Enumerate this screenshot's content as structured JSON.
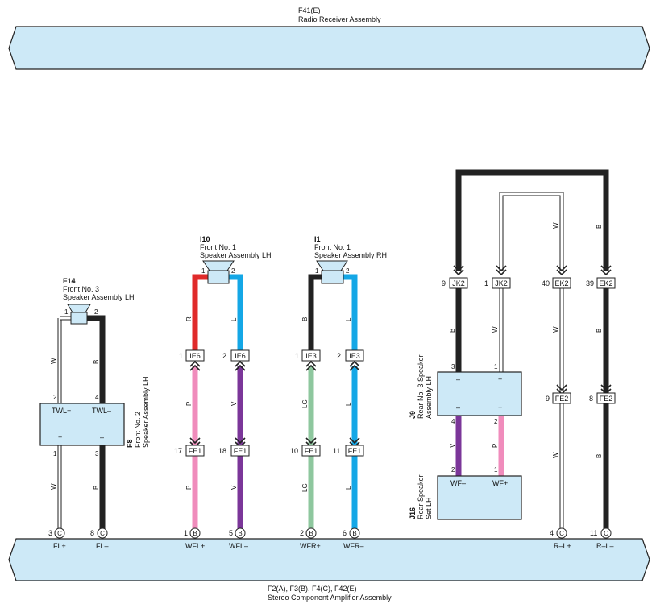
{
  "radio_receiver": {
    "code": "F41(E)",
    "name": "Radio Receiver Assembly"
  },
  "amplifier": {
    "code": "F2(A), F3(B), F4(C), F42(E)",
    "name": "Stereo Component Amplifier Assembly"
  },
  "colors": {
    "box_fill": "#cde9f7",
    "black_wire": "#222222",
    "white_wire": "#ffffff",
    "red_wire": "#e02a2a",
    "blue_wire": "#14a7e6",
    "pink_wire": "#f08cbc",
    "violet_wire": "#7b3699",
    "light_green_wire": "#8ec79e"
  },
  "components": {
    "f14": {
      "code": "F14",
      "line1": "Front No. 3",
      "line2": "Speaker Assembly LH",
      "pin_a": "1",
      "pin_b": "2"
    },
    "i10": {
      "code": "I10",
      "line1": "Front No. 1",
      "line2": "Speaker Assembly LH",
      "pin_a": "1",
      "pin_b": "2"
    },
    "i1": {
      "code": "I1",
      "line1": "Front No. 1",
      "line2": "Speaker Assembly RH",
      "pin_a": "1",
      "pin_b": "2"
    },
    "f8": {
      "code": "F8",
      "line1": "Front No. 2",
      "line2": "Speaker Assembly LH",
      "term_a": "TWL+",
      "term_b": "TWL–",
      "sign_a": "+",
      "sign_b": "–",
      "pin_top_a": "2",
      "pin_top_b": "4",
      "pin_bot_a": "1",
      "pin_bot_b": "3"
    },
    "j9": {
      "code": "J9",
      "line1": "Rear No. 3 Speaker",
      "line2": "Assembly LH",
      "sign_tl": "–",
      "sign_tr": "+",
      "sign_bl": "–",
      "sign_br": "+",
      "pin_tl": "3",
      "pin_tr": "1",
      "pin_bl": "4",
      "pin_br": "2"
    },
    "j16": {
      "code": "J16",
      "line1": "Rear Speaker",
      "line2": "Set LH",
      "term_a": "WF–",
      "term_b": "WF+",
      "pin_a": "2",
      "pin_b": "1"
    }
  },
  "connectors": {
    "ie6_1": {
      "pin": "1",
      "name": "IE6"
    },
    "ie6_2": {
      "pin": "2",
      "name": "IE6"
    },
    "ie3_1": {
      "pin": "1",
      "name": "IE3"
    },
    "ie3_2": {
      "pin": "2",
      "name": "IE3"
    },
    "fe1_17": {
      "pin": "17",
      "name": "FE1"
    },
    "fe1_18": {
      "pin": "18",
      "name": "FE1"
    },
    "fe1_10": {
      "pin": "10",
      "name": "FE1"
    },
    "fe1_11": {
      "pin": "11",
      "name": "FE1"
    },
    "jk2_9": {
      "pin": "9",
      "name": "JK2"
    },
    "jk2_1": {
      "pin": "1",
      "name": "JK2"
    },
    "ek2_40": {
      "pin": "40",
      "name": "EK2"
    },
    "ek2_39": {
      "pin": "39",
      "name": "EK2"
    },
    "fe2_9": {
      "pin": "9",
      "name": "FE2"
    },
    "fe2_8": {
      "pin": "8",
      "name": "FE2"
    }
  },
  "amp_terminals": [
    {
      "id": "fl_plus",
      "pin": "3",
      "letter": "C",
      "label": "FL+"
    },
    {
      "id": "fl_minus",
      "pin": "8",
      "letter": "C",
      "label": "FL–"
    },
    {
      "id": "wfl_plus",
      "pin": "1",
      "letter": "B",
      "label": "WFL+"
    },
    {
      "id": "wfl_minus",
      "pin": "5",
      "letter": "B",
      "label": "WFL–"
    },
    {
      "id": "wfr_plus",
      "pin": "2",
      "letter": "B",
      "label": "WFR+"
    },
    {
      "id": "wfr_minus",
      "pin": "6",
      "letter": "B",
      "label": "WFR–"
    },
    {
      "id": "rl_plus",
      "pin": "4",
      "letter": "C",
      "label": "R–L+"
    },
    {
      "id": "rl_minus",
      "pin": "11",
      "letter": "C",
      "label": "R–L–"
    }
  ],
  "wire_labels": {
    "f14_a_upper": "W",
    "f14_b_upper": "B",
    "f14_a_lower": "W",
    "f14_b_lower": "B",
    "i10_a_upper": "R",
    "i10_b_upper": "L",
    "i10_a_mid": "P",
    "i10_b_mid": "V",
    "i10_a_lower": "P",
    "i10_b_lower": "V",
    "i1_a_upper": "B",
    "i1_b_upper": "L",
    "i1_a_mid": "LG",
    "i1_b_mid": "L",
    "i1_a_lower": "LG",
    "i1_b_lower": "L",
    "rear_w_top": "W",
    "rear_b_top": "B",
    "jk2_9_down": "B",
    "jk2_1_down": "W",
    "ek2_40_down": "W",
    "ek2_39_down": "B",
    "j9_a_down": "V",
    "j9_b_down": "P",
    "fe2_9_down": "W",
    "fe2_8_down": "B"
  }
}
